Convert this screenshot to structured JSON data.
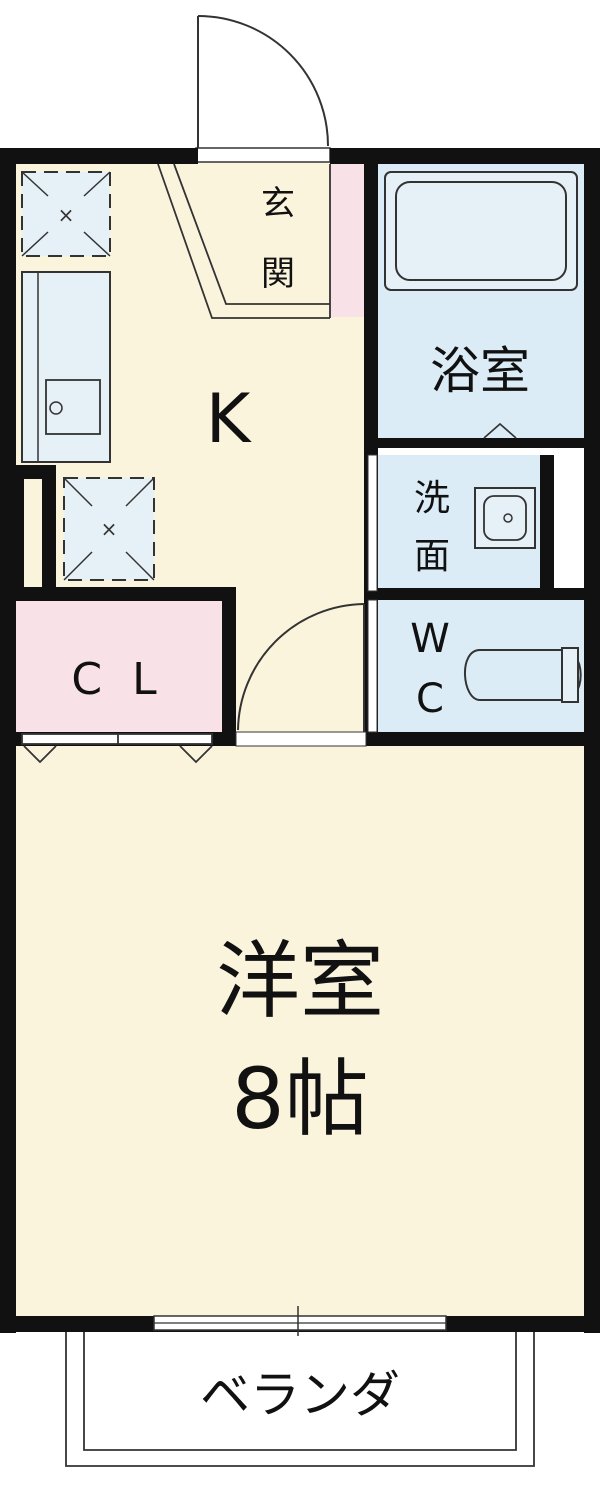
{
  "rooms": {
    "entrance": "玄関",
    "kitchen": "K",
    "bath": "浴室",
    "washroom": "洗面",
    "toilet_w": "W",
    "toilet_c": "C",
    "closet": "C L",
    "western_room": "洋室",
    "western_room_size": "8帖",
    "veranda": "ベランダ"
  },
  "colors": {
    "wall": "#111111",
    "kitchen_floor": "#fbf4dd",
    "western_floor": "#fbf4dd",
    "wet_area": "#dcecf6",
    "closet": "#f9e1e8",
    "entrance_strip": "#f9e1e8",
    "fixture_fill": "#e6f0f7",
    "line": "#333333"
  }
}
